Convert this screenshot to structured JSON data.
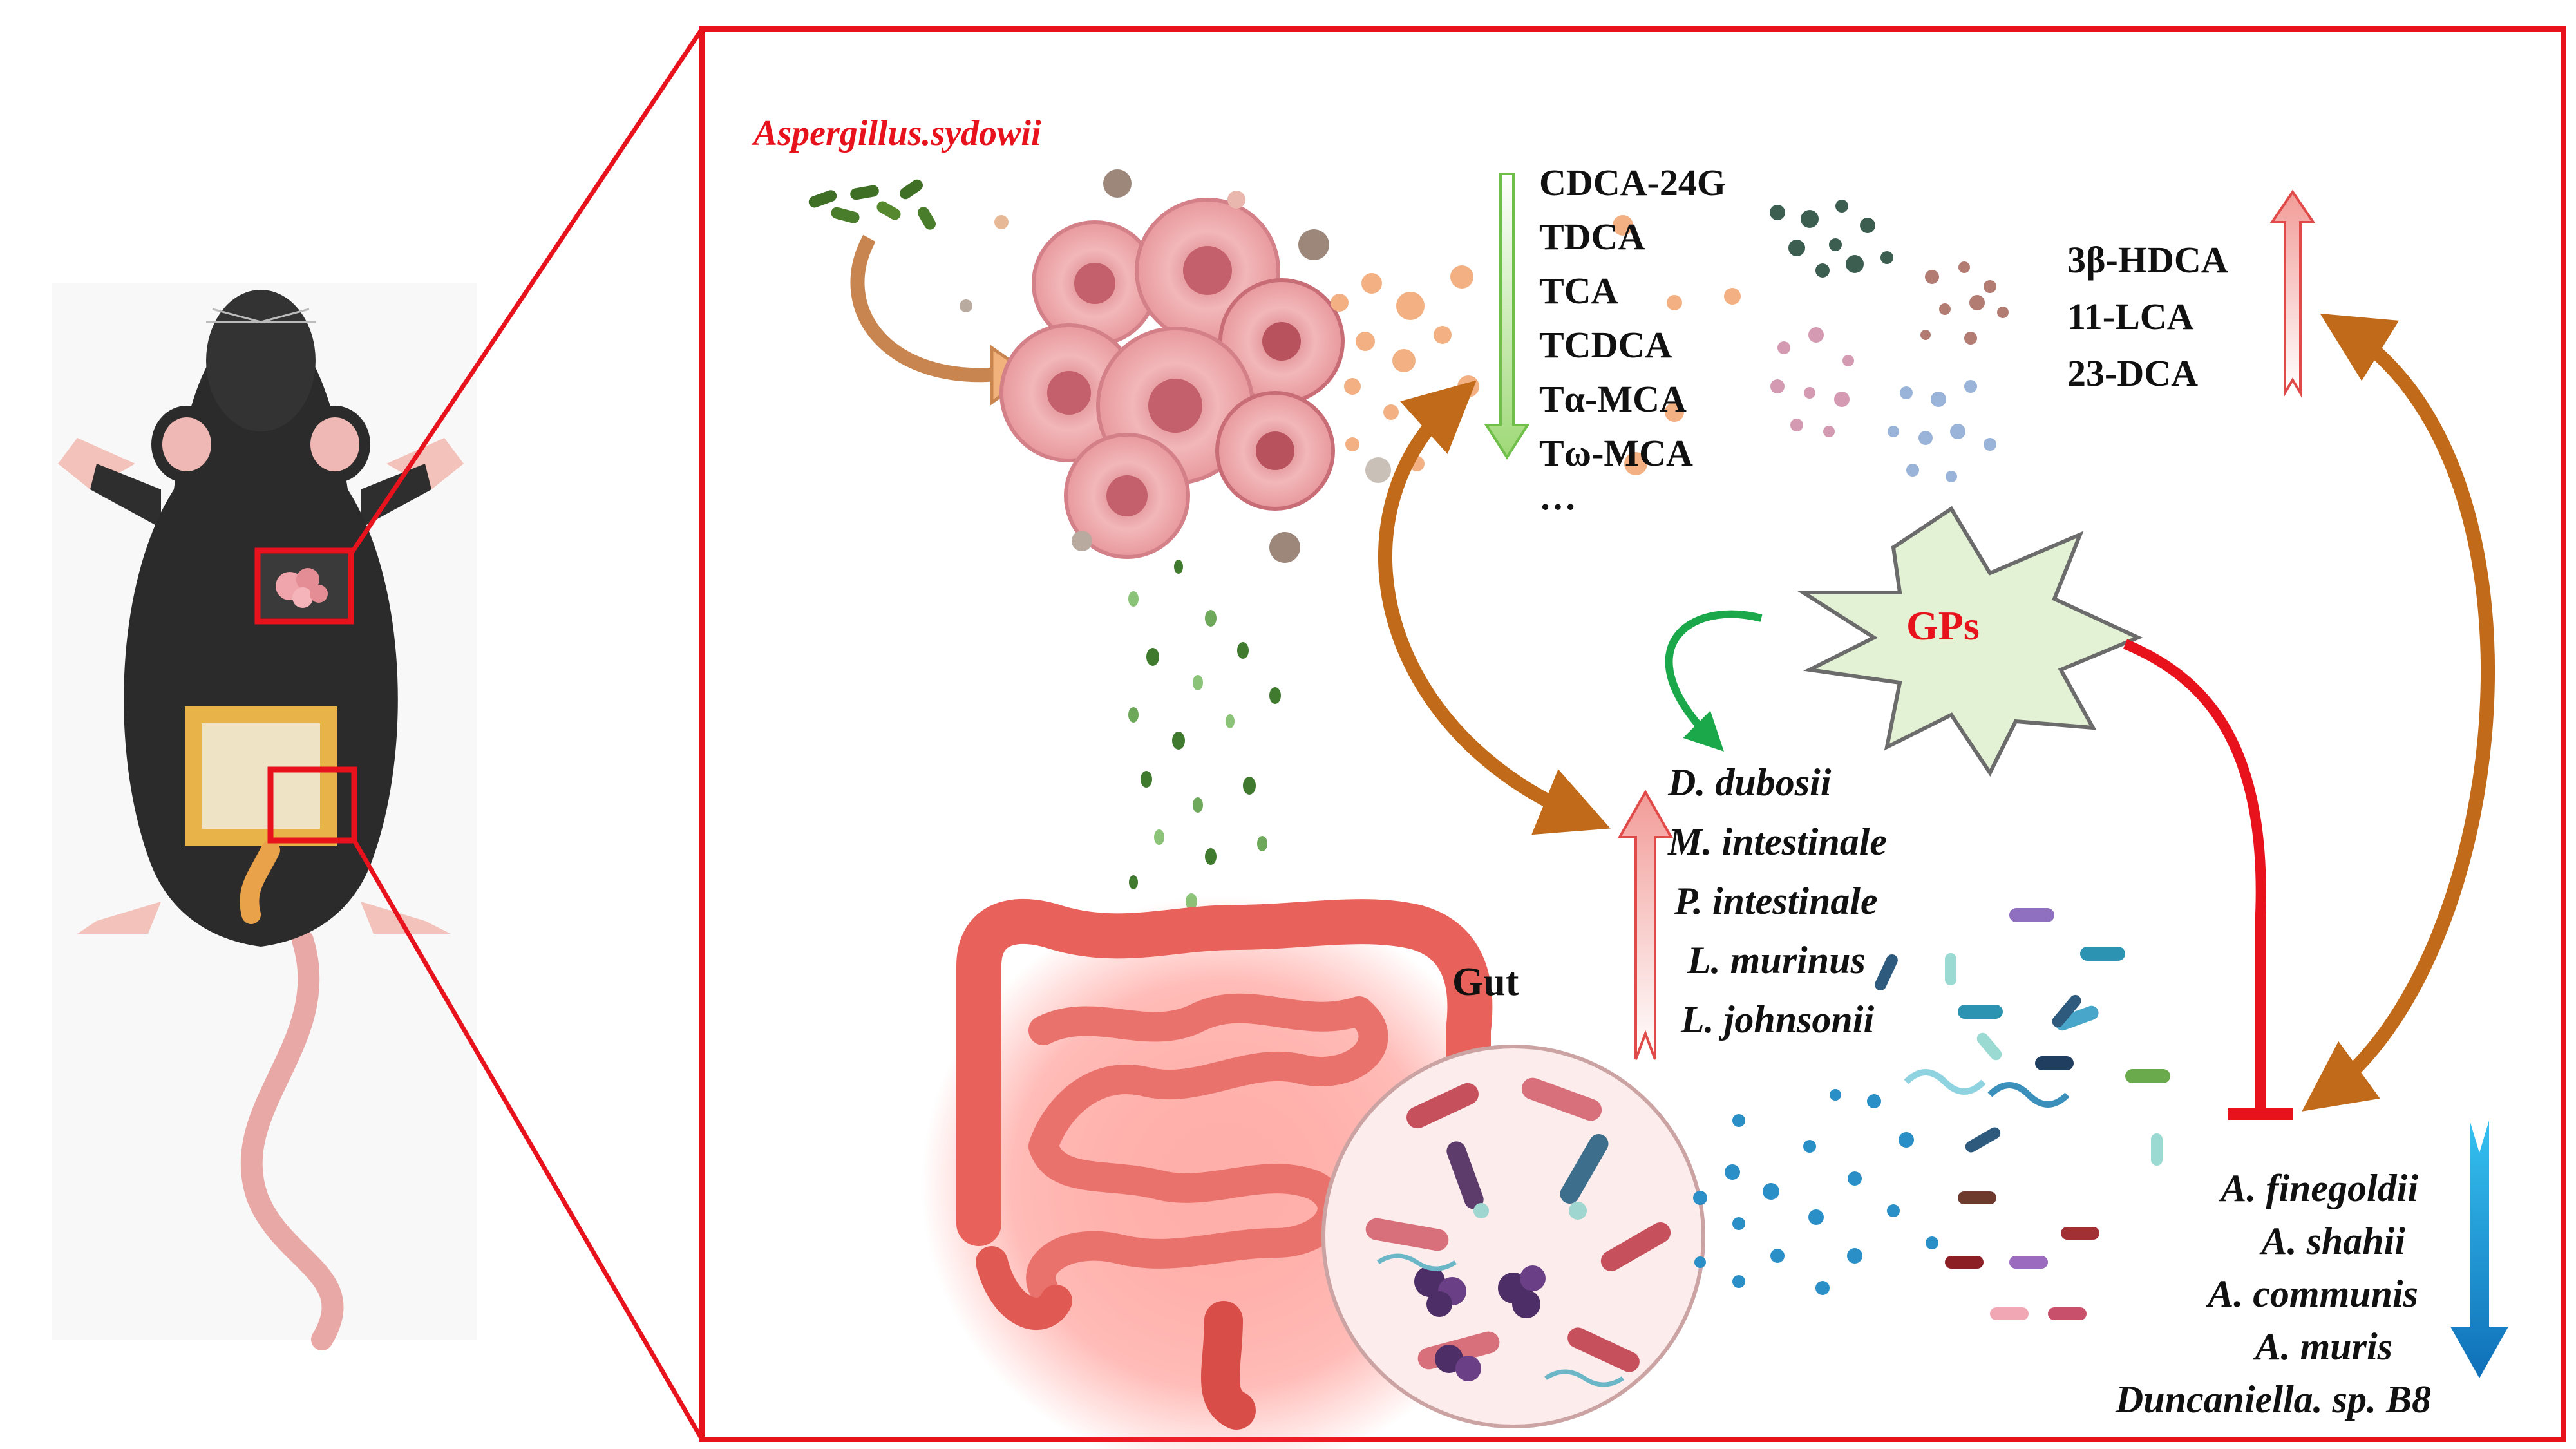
{
  "organism_label": "Aspergillus.sydowii",
  "decreased_bile_acids": [
    "CDCA-24G",
    "TDCA",
    "TCA",
    "TCDCA",
    "Tα-MCA",
    "Tω-MCA",
    "…"
  ],
  "increased_bile_acids": [
    "3β-HDCA",
    "11-LCA",
    "23-DCA"
  ],
  "intervention_label": "GPs",
  "gut_label": "Gut",
  "increased_bacteria": [
    "D. dubosii",
    "M. intestinale",
    "P. intestinale",
    "L. murinus",
    "L. johnsonii"
  ],
  "decreased_bacteria": [
    "A. finegoldii",
    "A. shahii",
    "A. communis",
    "A. muris",
    "Duncaniella. sp. B8"
  ],
  "colors": {
    "frame_red": "#e8121d",
    "correlation_arrow": "#c06a1a",
    "promote_arrow": "#1aa84a",
    "inhibit_line": "#e8121d",
    "down_arrow_green": "#b5e28f",
    "up_arrow_pink": "#f6b3b0",
    "down_arrow_blue": "#1c8fd6",
    "star_fill": "#e3f2d4"
  }
}
